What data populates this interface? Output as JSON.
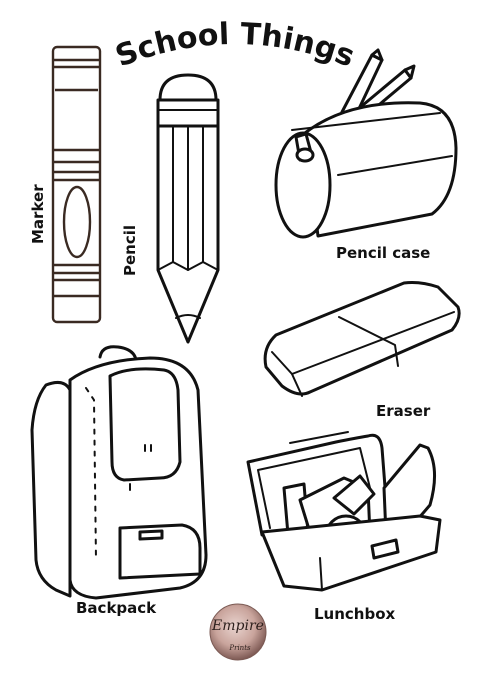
{
  "title": "School Things",
  "items": {
    "marker": "Marker",
    "pencil": "Pencil",
    "pencil_case": "Pencil case",
    "eraser": "Eraser",
    "backpack": "Backpack",
    "lunchbox": "Lunchbox"
  },
  "logo": {
    "text": "Empire",
    "subtext": "Prints",
    "colors": [
      "#c9a49c",
      "#6e4a45",
      "#e9d4cf"
    ]
  },
  "colors": {
    "line": "#111111",
    "marker_line": "#3a2a22",
    "background": "#ffffff"
  }
}
